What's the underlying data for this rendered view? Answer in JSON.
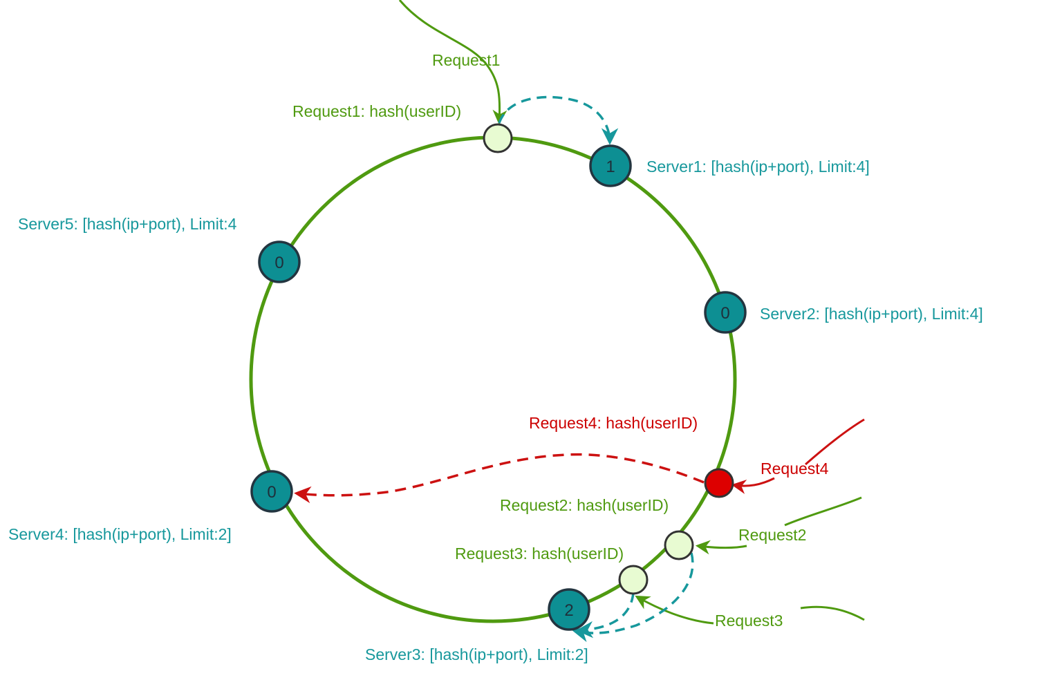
{
  "servers": [
    {
      "id": "server1",
      "count": "1",
      "label": "Server1: [hash(ip+port), Limit:4]"
    },
    {
      "id": "server2",
      "count": "0",
      "label": "Server2: [hash(ip+port), Limit:4]"
    },
    {
      "id": "server3",
      "count": "2",
      "label": "Server3: [hash(ip+port), Limit:2]"
    },
    {
      "id": "server4",
      "count": "0",
      "label": "Server4: [hash(ip+port), Limit:2]"
    },
    {
      "id": "server5",
      "count": "0",
      "label": "Server5: [hash(ip+port), Limit:4"
    }
  ],
  "requests": [
    {
      "id": "request1",
      "name": "Request1",
      "hash_label": "Request1: hash(userID)"
    },
    {
      "id": "request2",
      "name": "Request2",
      "hash_label": "Request2: hash(userID)"
    },
    {
      "id": "request3",
      "name": "Request3",
      "hash_label": "Request3: hash(userID)"
    },
    {
      "id": "request4",
      "name": "Request4",
      "hash_label": "Request4: hash(userID)"
    }
  ],
  "colors": {
    "ring": "#4f9a10",
    "server_fill": "#0d8f93",
    "server_stroke": "#233540",
    "request_fill": "#e8fbd2",
    "request_red": "#dd0000",
    "teal_arrow": "#17989c",
    "green_arrow": "#4f9a10",
    "red_arrow": "#cc1111"
  }
}
